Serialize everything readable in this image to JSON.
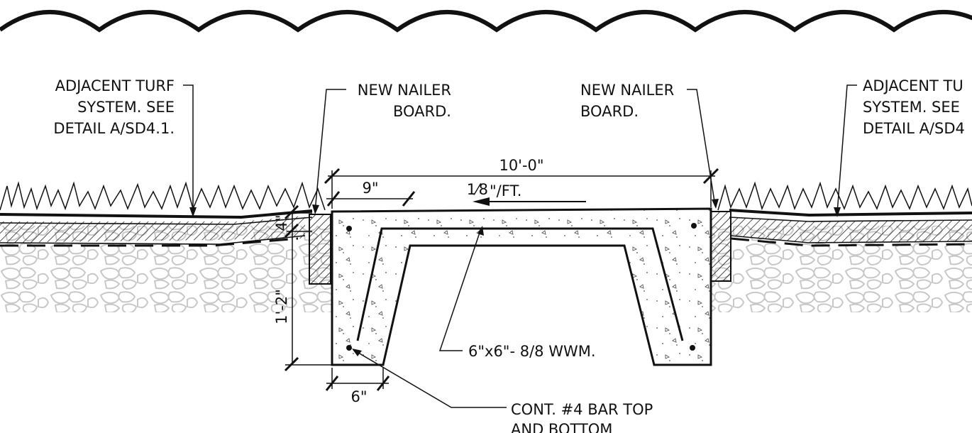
{
  "labels": {
    "turf_left_1": "ADJACENT TURF",
    "turf_left_2": "SYSTEM. SEE",
    "turf_left_3": "DETAIL A/SD4.1.",
    "nailer_left_1": "NEW NAILER",
    "nailer_left_2": "BOARD.",
    "nailer_right_1": "NEW NAILER",
    "nailer_right_2": "BOARD.",
    "turf_right_1": "ADJACENT TU",
    "turf_right_2": "SYSTEM. SEE",
    "turf_right_3": "DETAIL A/SD4",
    "wwm": "6\"x6\"- 8/8 WWM.",
    "rebar_1": "CONT. #4 BAR TOP",
    "rebar_2": "AND BOTTOM"
  },
  "dimensions": {
    "overall_width": "10'-0\"",
    "edge": "9\"",
    "slope_fraction": "1⁄8",
    "slope_unit": "\"/FT.",
    "depth_top": "4\"",
    "depth_total": "1'-2\"",
    "leg_width": "6\""
  },
  "colors": {
    "line": "#111111",
    "gravel": "#c8c8c8",
    "concrete_dots": "#555555"
  }
}
